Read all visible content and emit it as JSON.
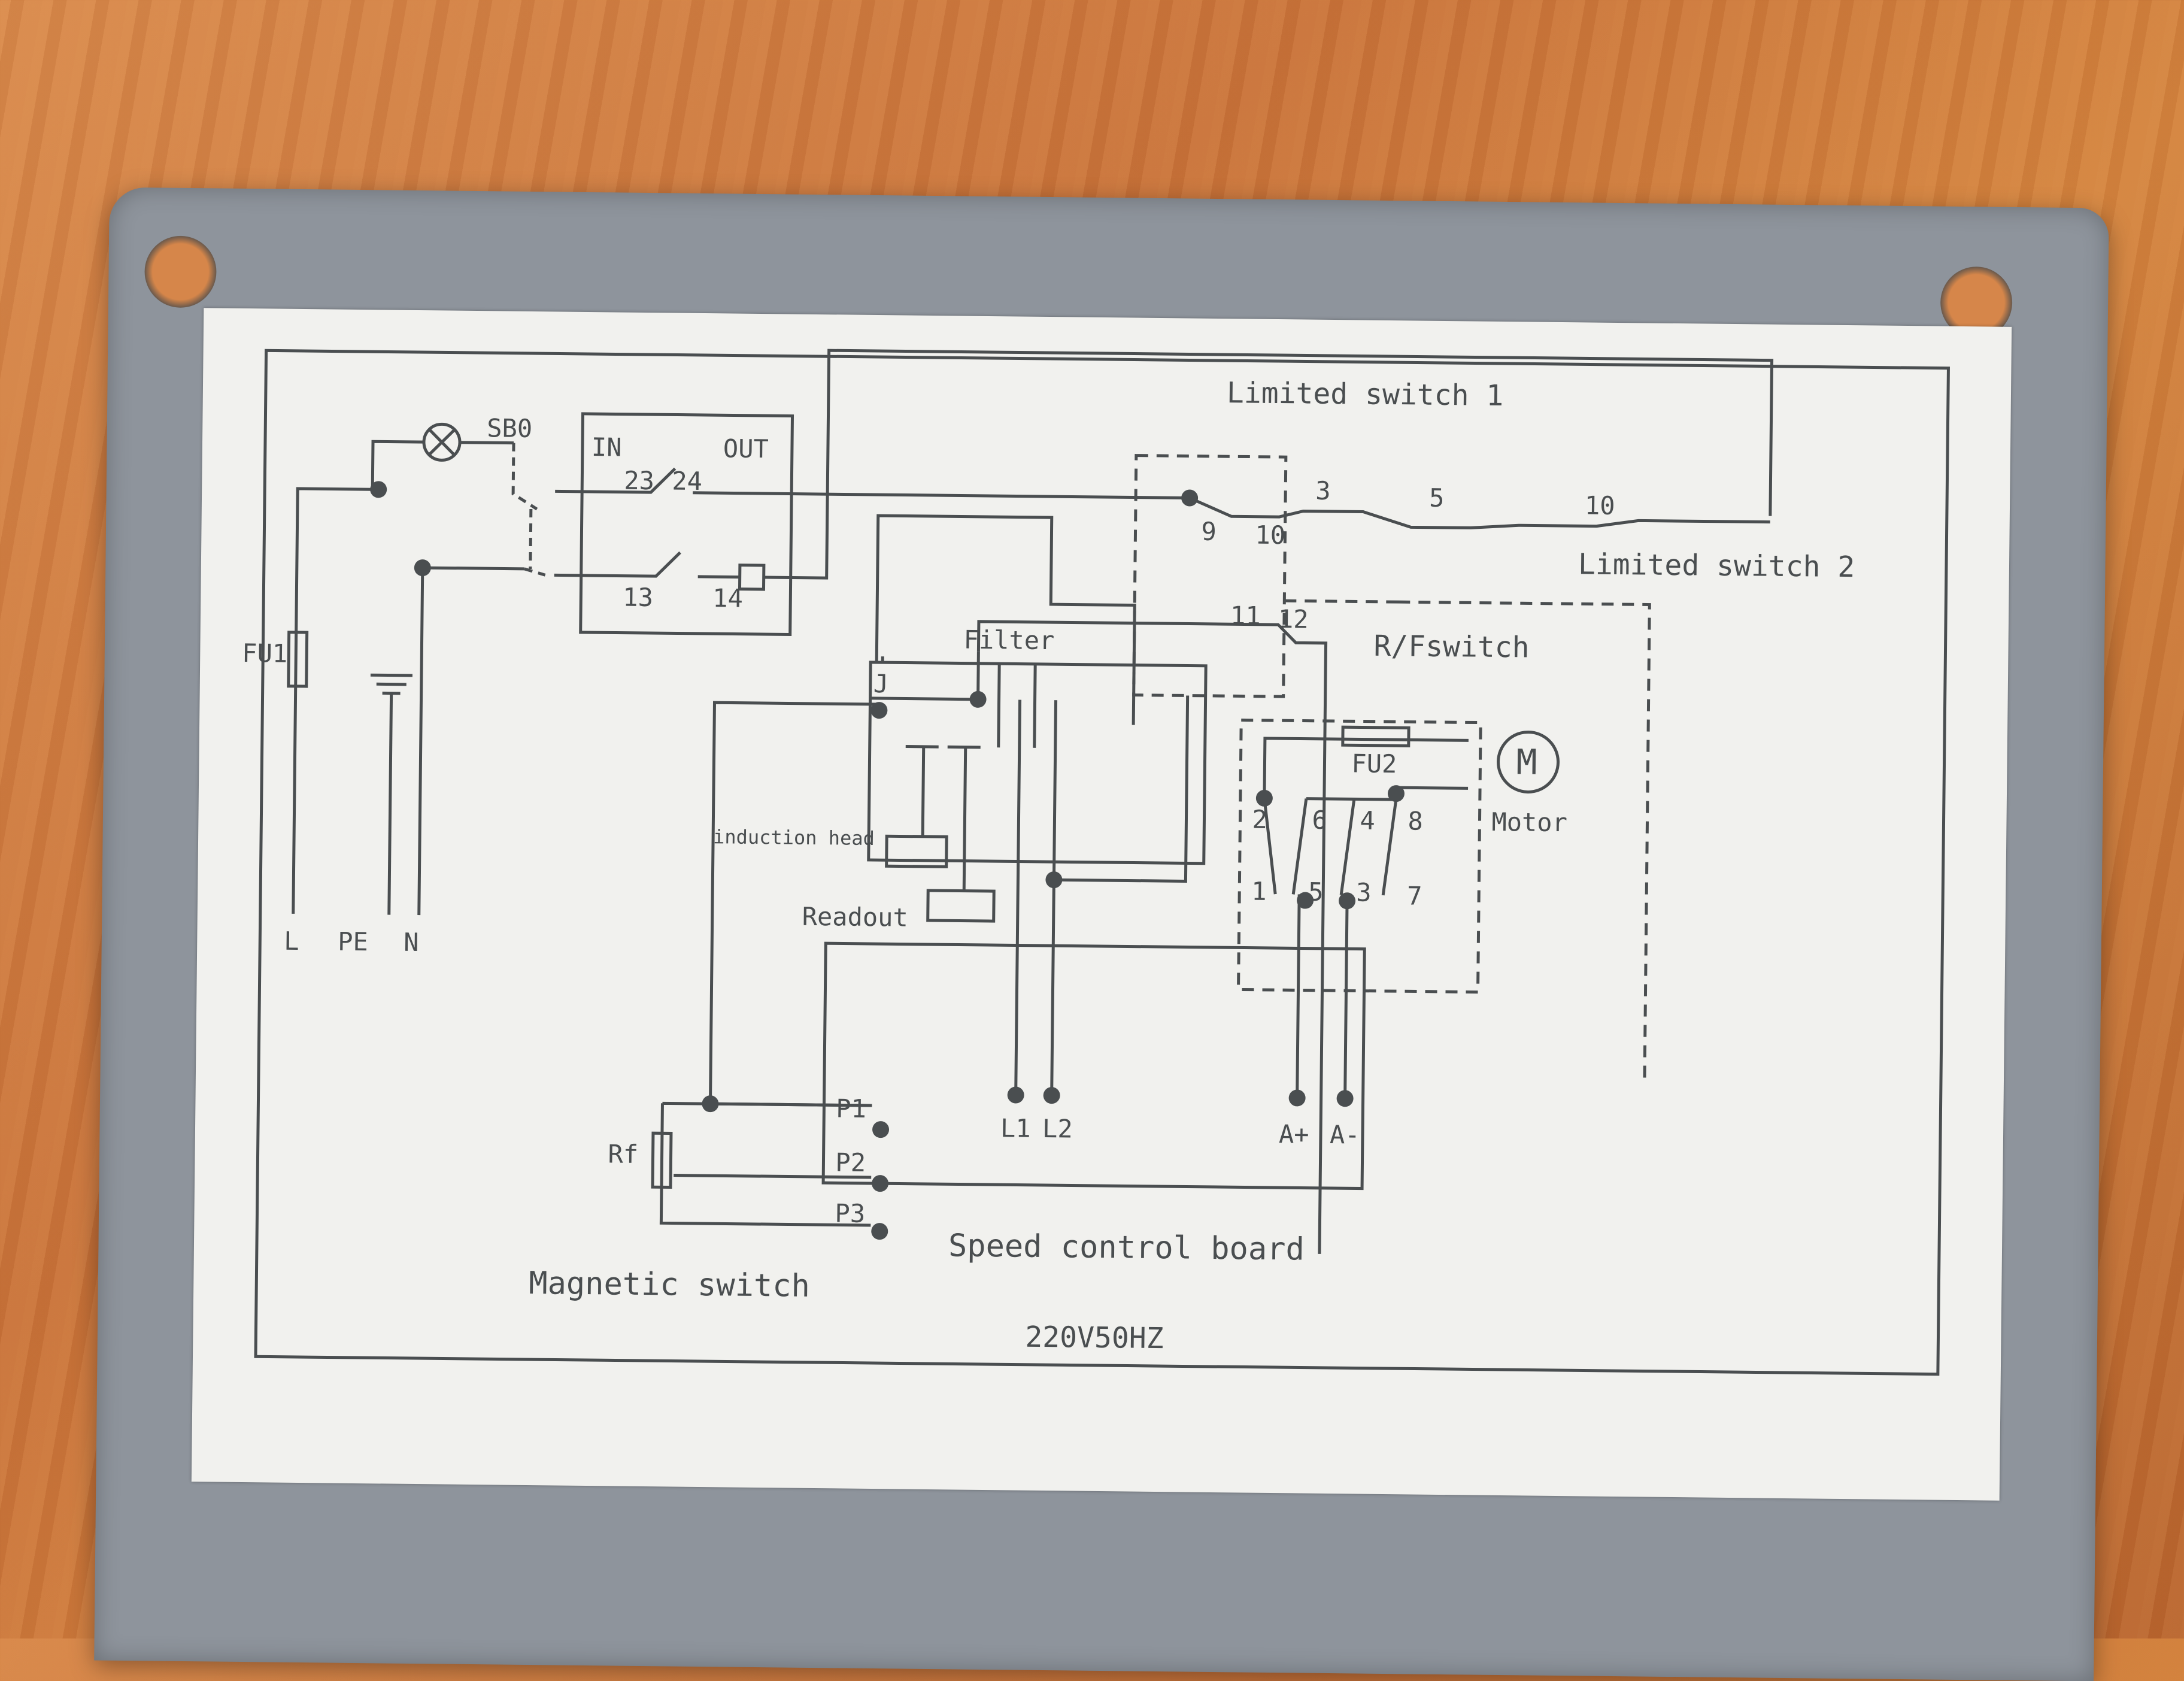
{
  "diagram": {
    "labels": {
      "sb0": "SB0",
      "in": "IN",
      "out": "OUT",
      "t23": "23",
      "t24": "24",
      "t13": "13",
      "t14": "14",
      "fu1": "FU1",
      "l": "L",
      "pe": "PE",
      "n": "N",
      "limited1": "Limited switch 1",
      "limited2": "Limited switch 2",
      "t9": "9",
      "t10a": "10",
      "t3a": "3",
      "t5a": "5",
      "t10b": "10",
      "t11": "11",
      "t12": "12",
      "filter": "Filter",
      "j": "J",
      "rfswitch": "R/Fswitch",
      "fu2": "FU2",
      "m": "M",
      "motor": "Motor",
      "t2": "2",
      "t6": "6",
      "t4": "4",
      "t8": "8",
      "t1": "1",
      "t5b": "5",
      "t3b": "3",
      "t7": "7",
      "induction": "induction head",
      "readout": "Readout",
      "p1": "P1",
      "p2": "P2",
      "p3": "P3",
      "rf": "Rf",
      "l1": "L1",
      "l2": "L2",
      "aplus": "A+",
      "aminus": "A-",
      "speed": "Speed control board",
      "magnetic": "Magnetic switch",
      "voltage": "220V50HZ"
    }
  }
}
